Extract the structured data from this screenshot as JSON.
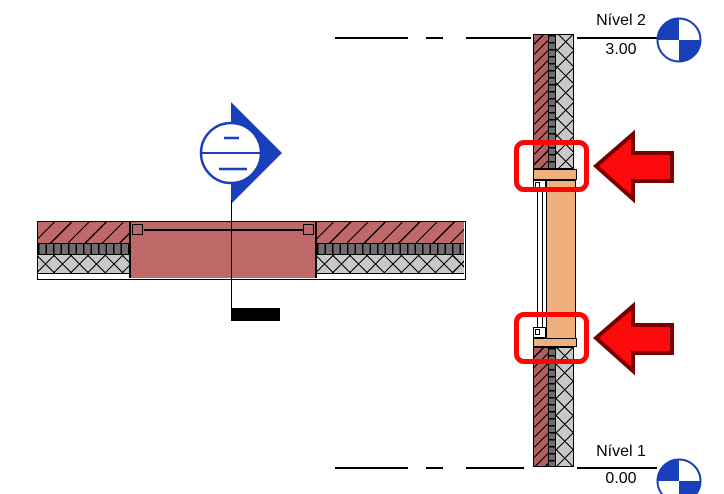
{
  "view": {
    "app_context": "BIM section/plan drawing view",
    "levels": {
      "level2": {
        "name": "Nível 2",
        "elevation": "3.00"
      },
      "level1": {
        "name": "Nível 1",
        "elevation": "0.00"
      }
    },
    "colors": {
      "annotation_blue": "#1a3fbc",
      "highlight_red": "#fe0505",
      "arrow_fill": "#fb0b0b",
      "arrow_border": "#7a0000",
      "masonry_red_plan": "#bf6868",
      "masonry_red_section": "#b25e5e",
      "block_gray": "#6e6e6e",
      "insulation_gray": "#c8c8c8",
      "window_frame_tan": "#f0b07e",
      "line_black": "#000000",
      "background": "#ffffff"
    },
    "icons": {
      "level_head": "level-head-icon",
      "section_head": "section-head-icon",
      "left_arrow": "left-arrow-icon"
    }
  }
}
